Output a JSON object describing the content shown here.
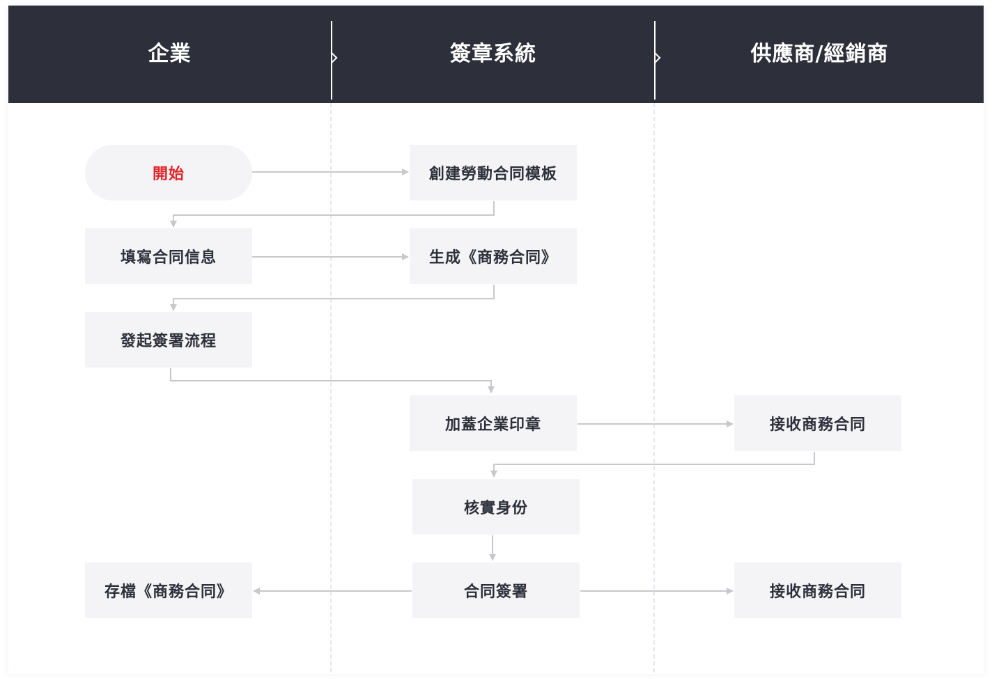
{
  "lanes": [
    "企業",
    "簽章系統",
    "供應商/經銷商"
  ],
  "nodes": {
    "start": "開始",
    "create_template": "創建勞動合同模板",
    "fill_info": "填寫合同信息",
    "generate": "生成《商務合同》",
    "initiate": "發起簽署流程",
    "stamp": "加蓋企業印章",
    "receive_1": "接收商務合同",
    "verify": "核實身份",
    "sign": "合同簽署",
    "archive": "存檔《商務合同》",
    "receive_2": "接收商務合同"
  },
  "colors": {
    "header_bg": "#2d2f3a",
    "node_bg": "#f4f4f7",
    "start_text": "#e0262a",
    "connector": "#c8c8cc"
  }
}
